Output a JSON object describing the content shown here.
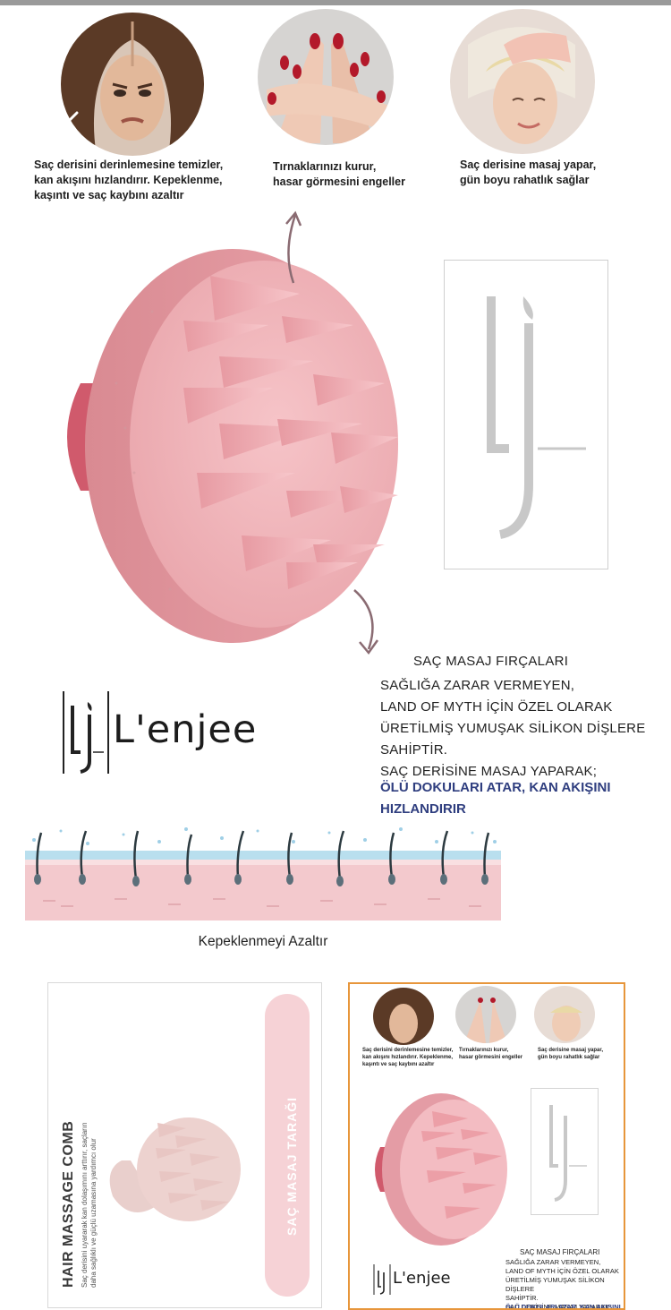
{
  "features": [
    {
      "icon": "hair-scalp-woman-icon",
      "caption": "Saç derisini derinlemesine temizler,\nkan akışını hızlandırır. Kepeklenme,\nkaşıntı ve saç kaybını azaltır"
    },
    {
      "icon": "hands-nails-icon",
      "caption": "Tırnaklarınızı kurur,\nhasar görmesini engeller"
    },
    {
      "icon": "scalp-massage-woman-icon",
      "caption": "Saç derisine masaj yapar,\ngün boyu rahatlık sağlar"
    }
  ],
  "product": {
    "heading": "SAÇ MASAJ FIRÇALARI",
    "description": "SAĞLIĞA ZARAR VERMEYEN,\nLAND OF MYTH İÇİN ÖZEL OLARAK\nÜRETİLMİŞ YUMUŞAK SİLİKON DİŞLERE\nSAHİPTİR.\nSAÇ DERİSİNE MASAJ YAPARAK;",
    "highlight": "ÖLÜ DOKULARI ATAR, KAN AKIŞINI\nHIZLANDIRIR"
  },
  "brand": {
    "name": "L'enjee"
  },
  "skin_section": {
    "caption": "Kepeklenmeyi Azaltır"
  },
  "card_left": {
    "title": "HAIR MASSAGE COMB",
    "subtitle": "Saç derisini uyararak kan dolaşımını arttırır, saçların\ndaha sağlıklı ve güçlü uzamasına yardımcı olur",
    "band_label": "SAÇ MASAJ TARAĞI"
  },
  "card_right": {
    "captions": [
      "Saç derisini derinlemesine temizler,\nkan akışını hızlandırır. Kepeklenme,\nkaşıntı ve saç kaybını azaltır",
      "Tırnaklarınızı kurur,\nhasar görmesini engeller",
      "Saç derisine masaj yapar,\ngün boyu rahatlık sağlar"
    ],
    "heading": "SAÇ MASAJ FIRÇALARI",
    "description": "SAĞLIĞA ZARAR VERMEYEN,\nLAND OF MYTH İÇİN ÖZEL OLARAK\nÜRETİLMİŞ YUMUŞAK SİLİKON DİŞLERE\nSAHİPTİR.\nSAÇ DERİSİNE MASAJ YAPARAK;",
    "highlight": "ÖLÜ DOKULARI ATAR, KAN AKIŞINI",
    "brand": "L'enjee"
  }
}
